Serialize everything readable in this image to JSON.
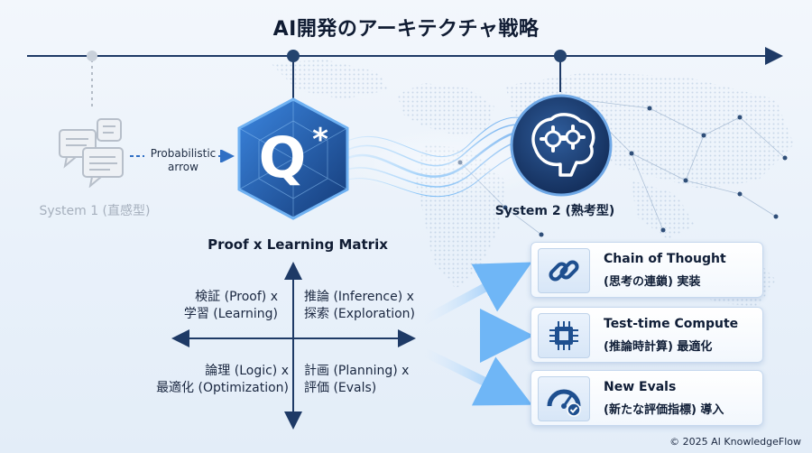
{
  "title": "AI開発のアーキテクチャ戦略",
  "system1": {
    "label": "System 1 (直感型)"
  },
  "probabilistic": {
    "line1": "Probabilistic",
    "line2": "arrow"
  },
  "qstar": {
    "letter": "Q",
    "star": "*"
  },
  "system2": {
    "label": "System 2 (熟考型)"
  },
  "matrix": {
    "title": "Proof x Learning Matrix",
    "quadrants": [
      {
        "line1": "検証 (Proof) x",
        "line2": "学習 (Learning)"
      },
      {
        "line1": "推論 (Inference) x",
        "line2": "探索 (Exploration)"
      },
      {
        "line1": "論理 (Logic) x",
        "line2": "最適化 (Optimization)"
      },
      {
        "line1": "計画 (Planning) x",
        "line2": "評価 (Evals)"
      }
    ]
  },
  "cards": [
    {
      "icon": "chain-link-icon",
      "line1": "Chain of Thought",
      "line2": "(思考の連鎖) 実装"
    },
    {
      "icon": "processor-chip-icon",
      "line1": "Test-time Compute",
      "line2": "(推論時計算) 最適化"
    },
    {
      "icon": "gauge-check-icon",
      "line1": "New Evals",
      "line2": "(新たな評価指標) 導入"
    }
  ],
  "copyright": "© 2025 AI KnowledgeFlow",
  "colors": {
    "navy": "#1e3a66",
    "blue": "#2f6fc4",
    "light_blue": "#8fc3f5",
    "gray": "#a6b0bd"
  }
}
